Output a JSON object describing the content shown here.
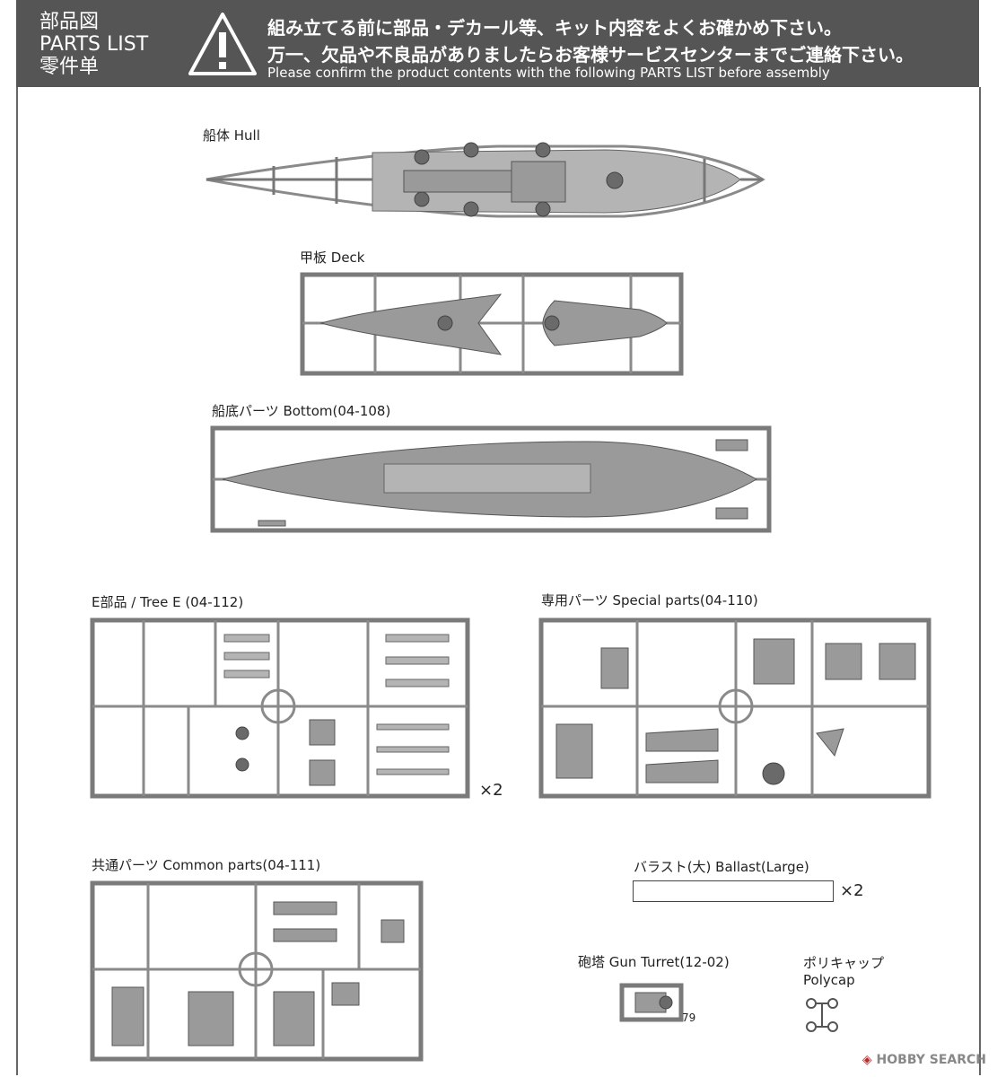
{
  "header": {
    "title_jp": "部品図",
    "title_en": "PARTS LIST",
    "title_cn": "零件单",
    "notice_jp_1": "組み立てる前に部品・デカール等、キット内容をよくお確かめ下さい。",
    "notice_jp_2": "万一、欠品や不良品がありましたらお客様サービスセンターまでご連絡下さい。",
    "notice_en": "Please confirm the product contents with the following PARTS LIST before assembly",
    "warning_icon": "exclamation-triangle-icon"
  },
  "parts": {
    "hull": {
      "label": "船体 Hull"
    },
    "deck": {
      "label": "甲板 Deck"
    },
    "bottom": {
      "label": "船底パーツ Bottom(04-108)"
    },
    "tree_e": {
      "label": "E部品 / Tree E (04-112)",
      "quantity": "×2"
    },
    "special": {
      "label": "専用パーツ Special parts(04-110)"
    },
    "common": {
      "label": "共通パーツ Common parts(04-111)"
    },
    "ballast": {
      "label": "バラスト(大) Ballast(Large)",
      "quantity": "×2"
    },
    "gun_turret": {
      "label": "砲塔 Gun Turret(12-02)",
      "part_number": "79"
    },
    "polycap": {
      "label_jp": "ポリキャップ",
      "label_en": "Polycap"
    }
  },
  "watermark": {
    "icon": "hobby-search-logo-icon",
    "text": "HOBBY SEARCH"
  },
  "colors": {
    "header_bg": "#555555",
    "part_fill": "#9a9a9a",
    "sprue": "#7a7a7a"
  }
}
